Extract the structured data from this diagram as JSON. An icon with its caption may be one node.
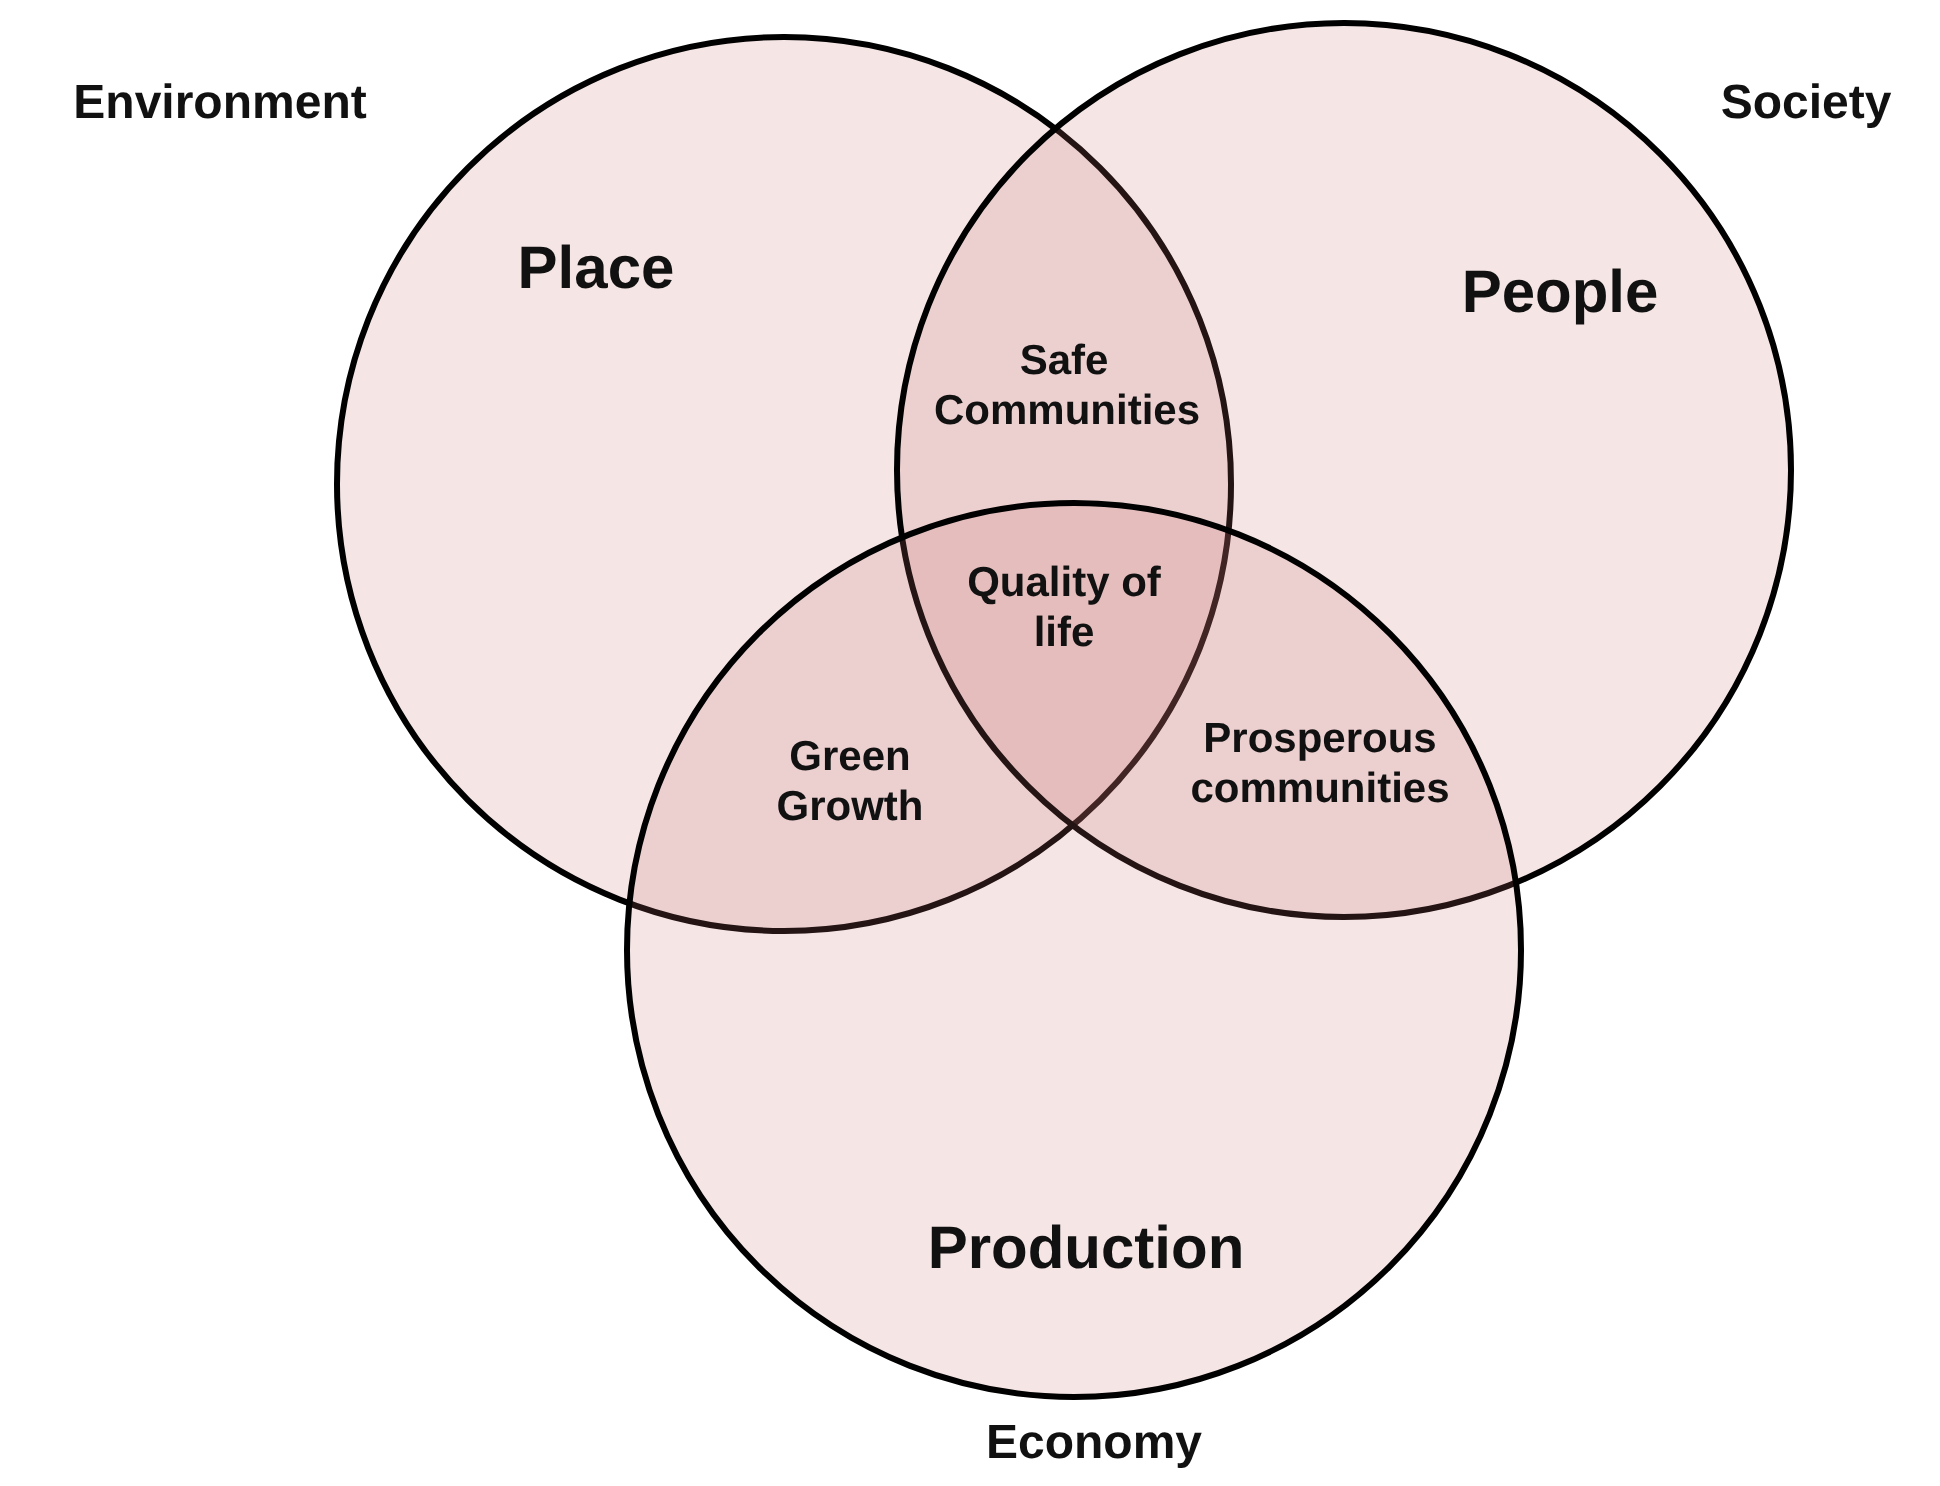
{
  "diagram": {
    "nodes": [
      {
        "text": [
          "Place"
        ],
        "beside": [
          "Environment"
        ]
      },
      {
        "text": [
          "People"
        ],
        "beside": [
          "Society"
        ]
      },
      {
        "text": [
          "Production"
        ],
        "beside": [
          "Economy"
        ]
      }
    ],
    "labels": [
      "Safe Communities",
      "Quality of life",
      "Green Growth",
      "Prosperous communities"
    ]
  }
}
